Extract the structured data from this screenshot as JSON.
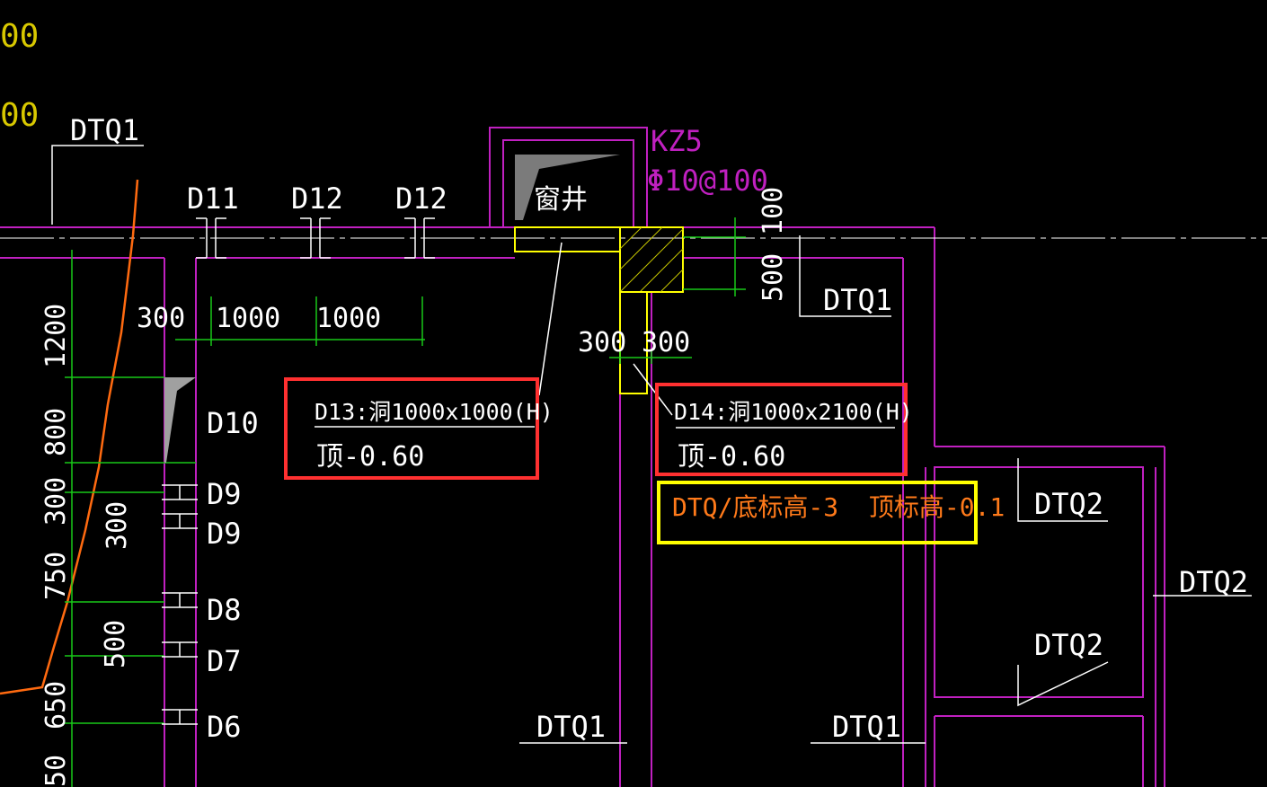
{
  "colors": {
    "background": "#000000",
    "wall": "#c020c0",
    "dimension": "#18c818",
    "text": "#ffffff",
    "orange_line": "#ff6a10",
    "highlight_red": "#ff3030",
    "highlight_yellow": "#ffff00"
  },
  "corner_labels": {
    "top": "00",
    "second": "00"
  },
  "wall_tags": {
    "dtq1_top_left": "DTQ1",
    "dtq1_right_top": "DTQ1",
    "dtq1_bottom_mid": "DTQ1",
    "dtq1_bottom_right": "DTQ1",
    "dtq2_a": "DTQ2",
    "dtq2_b": "DTQ2",
    "dtq2_c": "DTQ2"
  },
  "column": {
    "name": "KZ5",
    "rebar": "Φ10@100"
  },
  "window_well": "窗井",
  "openings_top": [
    "D11",
    "D12",
    "D12"
  ],
  "openings_left": [
    "D10",
    "D9",
    "D9",
    "D8",
    "D7",
    "D6"
  ],
  "dims_horizontal": [
    "300",
    "1000",
    "1000",
    "300",
    "300"
  ],
  "dims_vertical_left": [
    "1200",
    "800",
    "300",
    "750",
    "650",
    "50"
  ],
  "dims_vertical_inner": [
    "300",
    "500"
  ],
  "dims_vertical_right": [
    "100",
    "500"
  ],
  "callout_d13": {
    "line1": "D13:洞1000x1000(H)",
    "line2": "顶-0.60"
  },
  "callout_d14": {
    "line1": "D14:洞1000x2100(H)",
    "line2": "顶-0.60"
  },
  "note_yellow": "DTQ/底标高-3  顶标高-0.1"
}
